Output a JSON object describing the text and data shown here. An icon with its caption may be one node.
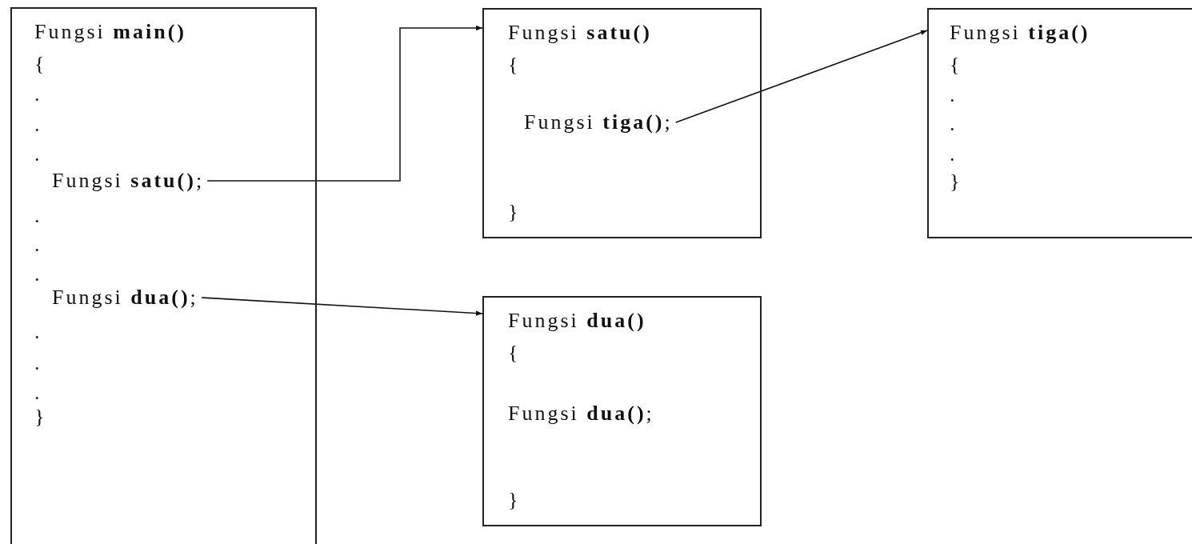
{
  "diagram": {
    "nodes": [
      {
        "text": [
          "Fungsi **main()**",
          "{",
          ".",
          ".",
          ".",
          ".",
          ".",
          ".",
          ".",
          ".",
          ".",
          "}"
        ]
      },
      {
        "text": [
          "Fungsi **satu()**;"
        ],
        "in": 0
      },
      {
        "text": [
          "Fungsi **dua()**;"
        ],
        "in": 0
      },
      {
        "text": [
          "Fungsi **satu()**",
          "{",
          "}"
        ]
      },
      {
        "text": [
          "Fungsi **tiga()**;"
        ],
        "in": 3
      },
      {
        "text": [
          "Fungsi **tiga()**",
          "{",
          ".",
          ".",
          ".",
          "}"
        ]
      },
      {
        "text": [
          "Fungsi **dua()**",
          "{",
          "Fungsi **dua()**;",
          "}"
        ]
      }
    ],
    "edges": [
      {
        "from": 1,
        "to": 3,
        "arrow": "to"
      },
      {
        "from": 2,
        "to": 6,
        "arrow": "to"
      },
      {
        "from": 4,
        "to": 5,
        "arrow": "to"
      }
    ]
  }
}
